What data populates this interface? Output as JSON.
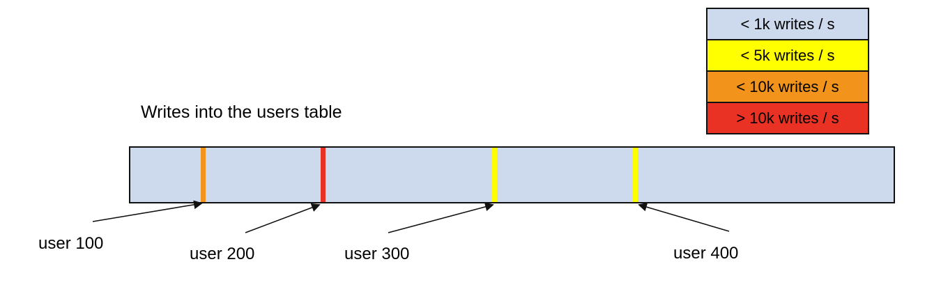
{
  "title": "Writes into the users table",
  "legend": {
    "items": [
      {
        "label": "< 1k writes / s",
        "color": "#cdd9ec"
      },
      {
        "label": "< 5k writes / s",
        "color": "#ffff00"
      },
      {
        "label": "< 10k writes / s",
        "color": "#f2941c"
      },
      {
        "label": "> 10k writes / s",
        "color": "#e93223"
      }
    ]
  },
  "bar": {
    "fill_color": "#cdd9ec",
    "markers": [
      {
        "user": "user 100",
        "rate": "< 10k writes / s",
        "color": "#f2941c"
      },
      {
        "user": "user 200",
        "rate": "> 10k writes / s",
        "color": "#e93223"
      },
      {
        "user": "user 300",
        "rate": "< 5k writes / s",
        "color": "#ffff00"
      },
      {
        "user": "user 400",
        "rate": "< 5k writes / s",
        "color": "#ffff00"
      }
    ]
  }
}
